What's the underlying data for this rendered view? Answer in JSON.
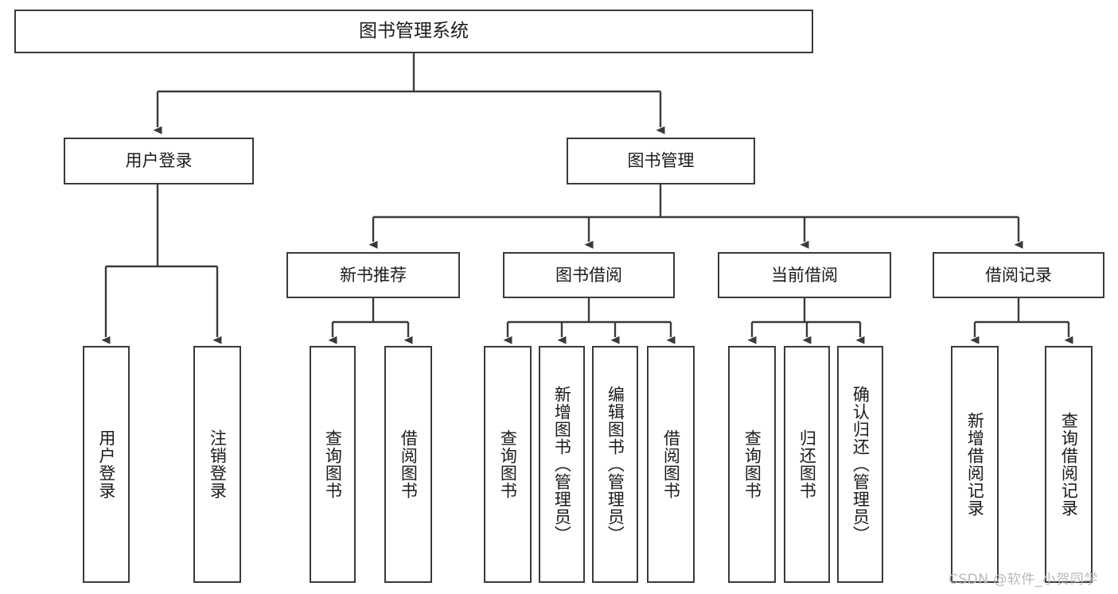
{
  "diagram": {
    "title": "图书管理系统",
    "type": "tree",
    "root": {
      "label": "图书管理系统",
      "children": [
        {
          "label": "用户登录",
          "children": [
            {
              "label": "用户登录"
            },
            {
              "label": "注销登录"
            }
          ]
        },
        {
          "label": "图书管理",
          "children": [
            {
              "label": "新书推荐",
              "children": [
                {
                  "label": "查询图书"
                },
                {
                  "label": "借阅图书"
                }
              ]
            },
            {
              "label": "图书借阅",
              "children": [
                {
                  "label": "查询图书"
                },
                {
                  "label": "新增图书（管理员）"
                },
                {
                  "label": "编辑图书（管理员）"
                },
                {
                  "label": "借阅图书"
                }
              ]
            },
            {
              "label": "当前借阅",
              "children": [
                {
                  "label": "查询图书"
                },
                {
                  "label": "归还图书"
                },
                {
                  "label": "确认归还（管理员）"
                }
              ]
            },
            {
              "label": "借阅记录",
              "children": [
                {
                  "label": "新增借阅记录"
                },
                {
                  "label": "查询借阅记录"
                }
              ]
            }
          ]
        }
      ]
    }
  },
  "nodes": {
    "root": "图书管理系统",
    "user_login": "用户登录",
    "book_manage": "图书管理",
    "new_book_rec": "新书推荐",
    "book_borrow": "图书借阅",
    "current_borrow": "当前借阅",
    "borrow_record": "借阅记录",
    "leaf_user_login": "用户登录",
    "leaf_logout": "注销登录",
    "leaf_query_book_1": "查询图书",
    "leaf_borrow_book_1": "借阅图书",
    "leaf_query_book_2": "查询图书",
    "leaf_add_book": "新增图书（管理员）",
    "leaf_edit_book": "编辑图书（管理员）",
    "leaf_borrow_book_2": "借阅图书",
    "leaf_query_book_3": "查询图书",
    "leaf_return_book": "归还图书",
    "leaf_confirm_return": "确认归还（管理员）",
    "leaf_add_record": "新增借阅记录",
    "leaf_query_record": "查询借阅记录"
  },
  "watermark": {
    "text": "CSDN @软件_小贺同学"
  },
  "colors": {
    "background": "#ffffff",
    "box_border": "#3a3a3a",
    "box_fill": "#ffffff",
    "text": "#1b1b1b",
    "connector": "#3a3a3a",
    "watermark": "#b9b9b9"
  }
}
